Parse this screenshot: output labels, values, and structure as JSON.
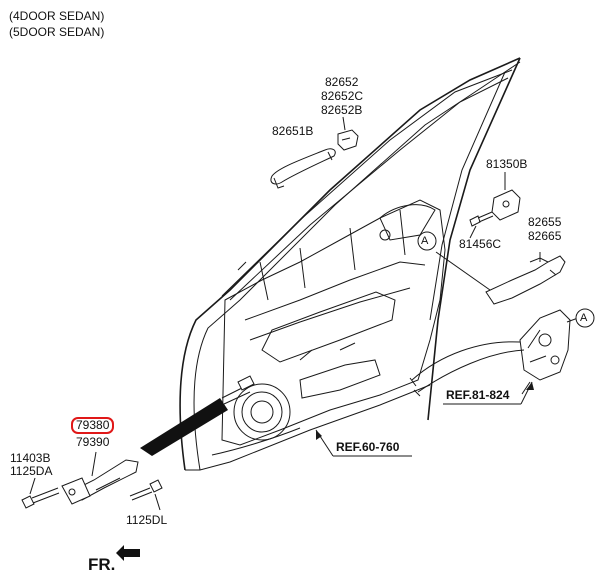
{
  "header": {
    "line1": "(4DOOR SEDAN)",
    "line2": "(5DOOR SEDAN)"
  },
  "parts": {
    "p82652": "82652",
    "p82652c": "82652C",
    "p82652b": "82652B",
    "p82651b": "82651B",
    "p81350b": "81350B",
    "p81456c": "81456C",
    "p82655": "82655",
    "p82665": "82665",
    "p79380": "79380",
    "p79390": "79390",
    "p11403b": "11403B",
    "p1125da": "1125DA",
    "p1125dl": "1125DL"
  },
  "refs": {
    "ref81": "REF.81-824",
    "ref60": "REF.60-760"
  },
  "callout": "A",
  "direction": "FR.",
  "highlight_color": "#e01818"
}
